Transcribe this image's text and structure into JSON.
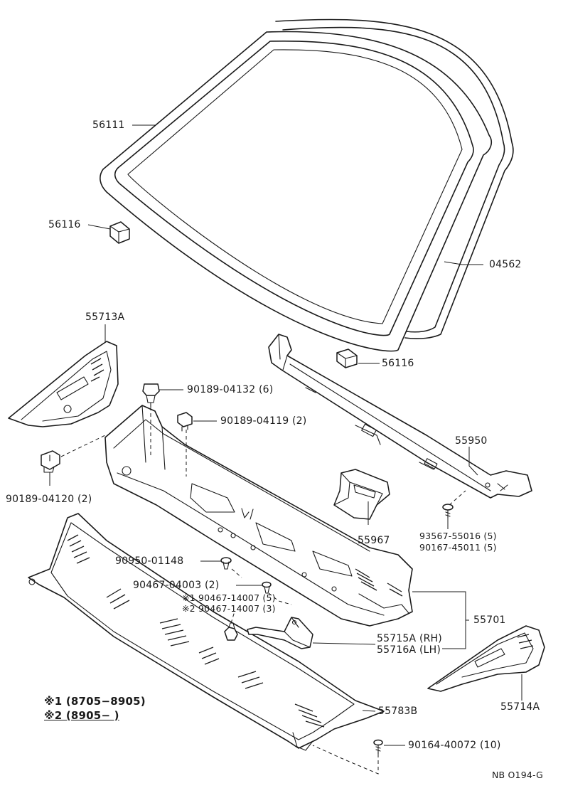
{
  "parts": {
    "windshield_glass": "56111",
    "spacer_left": "56116",
    "spacer_right": "56116",
    "weatherstrip": "04562",
    "side_panel_left": "55713A",
    "clip_a": "90189-04132 (6)",
    "clip_b": "90189-04119 (2)",
    "clip_c": "90189-04120 (2)",
    "seal_panel": "55950",
    "duct": "55967",
    "screw_a": "93567-55016 (5)",
    "screw_b": "90167-45011 (5)",
    "grommet": "90950-01148",
    "clip_d": "90467-04003 (2)",
    "clip_e": "※1 90467-14007 (5)",
    "clip_f": "※2 90467-14007 (3)",
    "cowl_panel": "55701",
    "bracket_rh": "55715A (RH)",
    "bracket_lh": "55716A (LH)",
    "louver": "55783B",
    "side_panel_right": "55714A",
    "screw_c": "90164-40072 (10)"
  },
  "legend": {
    "line1": "※1 (8705−8905)",
    "line2": "※2 (8905−           )"
  },
  "figure_code": "NB O194-G"
}
